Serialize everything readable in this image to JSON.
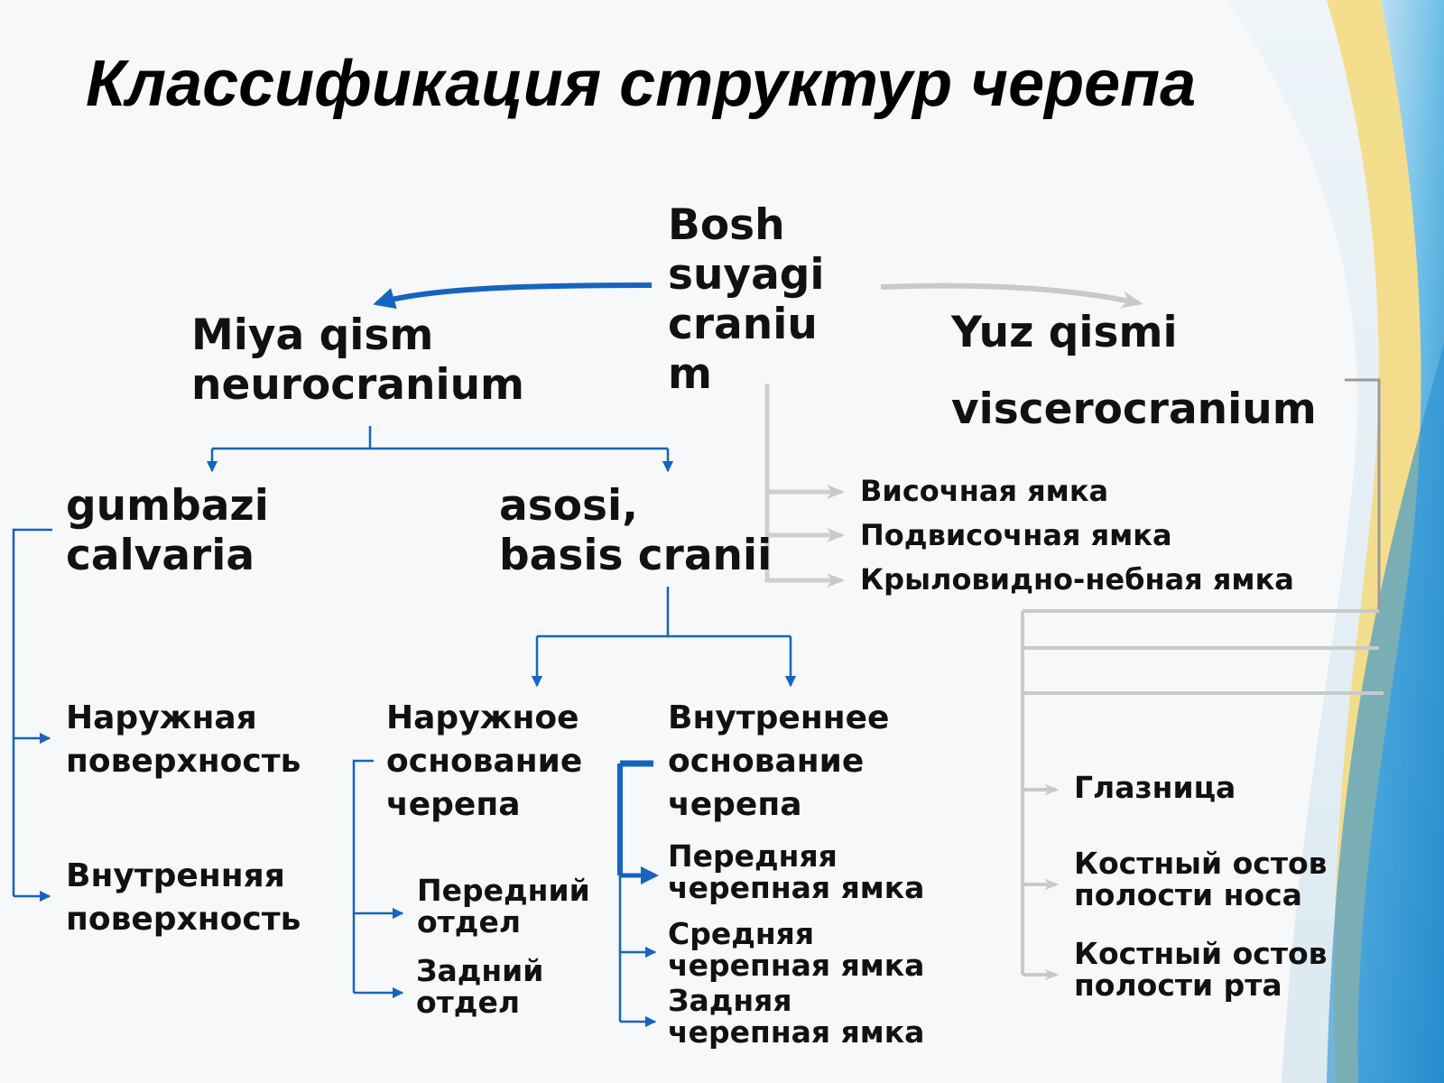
{
  "title": "Классификация структур черепа",
  "root": "Bosh\nsuyagi\ncraniu\nm",
  "neuro": {
    "label": "Miya qism\nneurocranium",
    "calvaria": {
      "label": "gumbazi\ncalvaria",
      "children": [
        "Наружная\nповерхность",
        "Внутренняя\nповерхность"
      ]
    },
    "basis": {
      "label": "asosi,\nbasis cranii",
      "external": {
        "label": "Наружное\nоснование\nчерепа",
        "children": [
          "Передний\nотдел",
          "Задний\nотдел"
        ]
      },
      "internal": {
        "label": "Внутреннее\nоснование\nчерепа",
        "children": [
          "Передняя\nчерепная ямка",
          "Средняя\nчерепная ямка",
          "Задняя\nчерепная ямка"
        ]
      }
    }
  },
  "viscero": {
    "label1": "Yuz qismi",
    "label2": "viscerocranium",
    "fossae": [
      "Височная ямка",
      "Подвисочная ямка",
      "Крыловидно-небная ямка"
    ],
    "cavities": [
      "Глазница",
      "Костный остов\nполости носа",
      "Костный остов\nполости рта"
    ]
  },
  "colors": {
    "blue": "#1565c0",
    "gray": "#c7c7c7",
    "yellow": "#f5d97a",
    "sky": "#4aa8dc"
  }
}
